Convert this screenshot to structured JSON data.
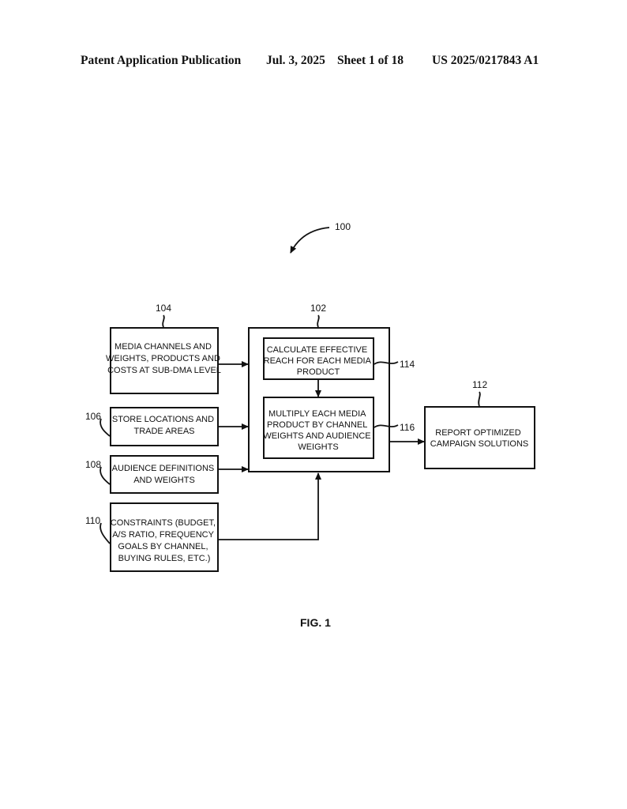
{
  "header": {
    "publication": "Patent Application Publication",
    "date": "Jul. 3, 2025",
    "sheet": "Sheet 1 of 18",
    "number": "US 2025/0217843 A1"
  },
  "diagram": {
    "ref_main": "100",
    "ref_102": "102",
    "ref_104": "104",
    "ref_106": "106",
    "ref_108": "108",
    "ref_110": "110",
    "ref_112": "112",
    "ref_114": "114",
    "ref_116": "116",
    "box_104": [
      "MEDIA CHANNELS AND",
      "WEIGHTS, PRODUCTS AND",
      "COSTS AT SUB-DMA LEVEL"
    ],
    "box_106": [
      "STORE LOCATIONS AND",
      "TRADE AREAS"
    ],
    "box_108": [
      "AUDIENCE DEFINITIONS",
      "AND WEIGHTS"
    ],
    "box_110": [
      "CONSTRAINTS (BUDGET,",
      "A/S RATIO, FREQUENCY",
      "GOALS BY CHANNEL,",
      "BUYING RULES, ETC.)"
    ],
    "box_114": [
      "CALCULATE EFFECTIVE",
      "REACH FOR EACH MEDIA",
      "PRODUCT"
    ],
    "box_116": [
      "MULTIPLY EACH MEDIA",
      "PRODUCT BY CHANNEL",
      "WEIGHTS AND AUDIENCE",
      "WEIGHTS"
    ],
    "box_112": [
      "REPORT OPTIMIZED",
      "CAMPAIGN SOLUTIONS"
    ],
    "figure_label": "FIG. 1"
  }
}
